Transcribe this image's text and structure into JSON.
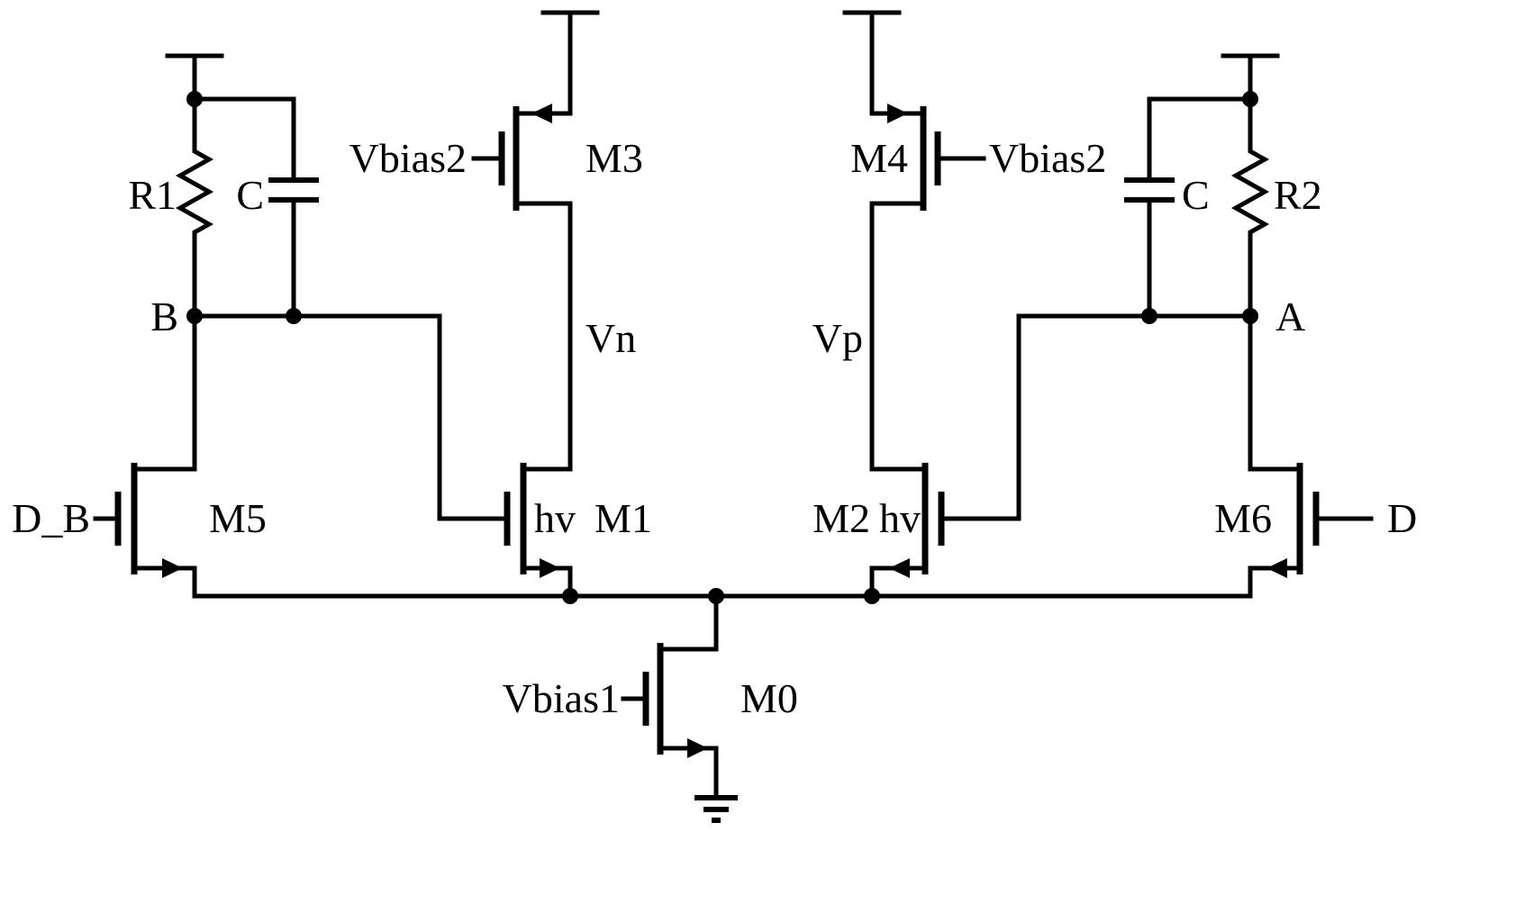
{
  "figure": {
    "type": "circuit-schematic",
    "description": "Differential pair level-shifter schematic with RC loads, cascode bias transistors and tail current source"
  },
  "colors": {
    "line": "#000000",
    "background": "#ffffff"
  },
  "labels": {
    "r1": "R1",
    "c_left": "C",
    "node_b": "B",
    "vbias2_left": "Vbias2",
    "m3": "M3",
    "vn": "Vn",
    "d_b": "D_B",
    "m5": "M5",
    "hv_left": "hv",
    "m1": "M1",
    "vbias1": "Vbias1",
    "m0": "M0",
    "m2": "M2",
    "hv_right": "hv",
    "m4": "M4",
    "vbias2_right": "Vbias2",
    "vp": "Vp",
    "m6": "M6",
    "d": "D",
    "c_right": "C",
    "r2": "R2",
    "node_a": "A"
  }
}
